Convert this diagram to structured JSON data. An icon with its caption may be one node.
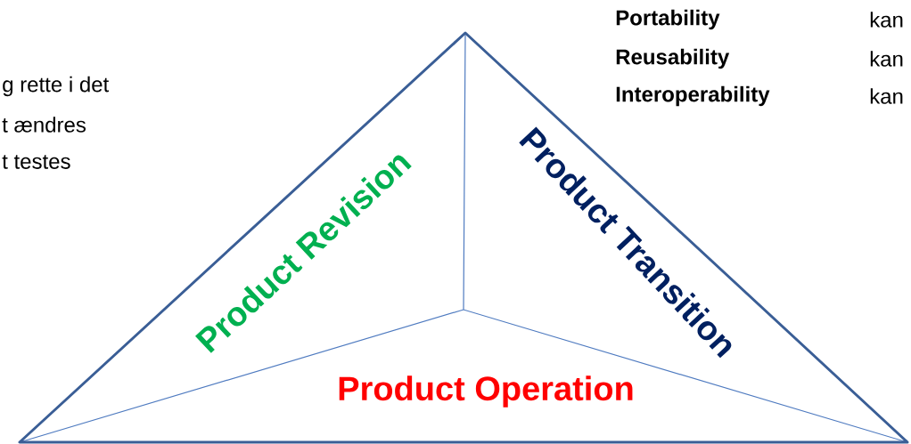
{
  "diagram": {
    "labels": [
      "Portability",
      "kan",
      "Reusability",
      "kan",
      "Interoperability",
      "kan",
      "g rette i det",
      "t ændres",
      "t testes",
      "Product Revision",
      "Product Transition",
      "Product Operation"
    ]
  }
}
